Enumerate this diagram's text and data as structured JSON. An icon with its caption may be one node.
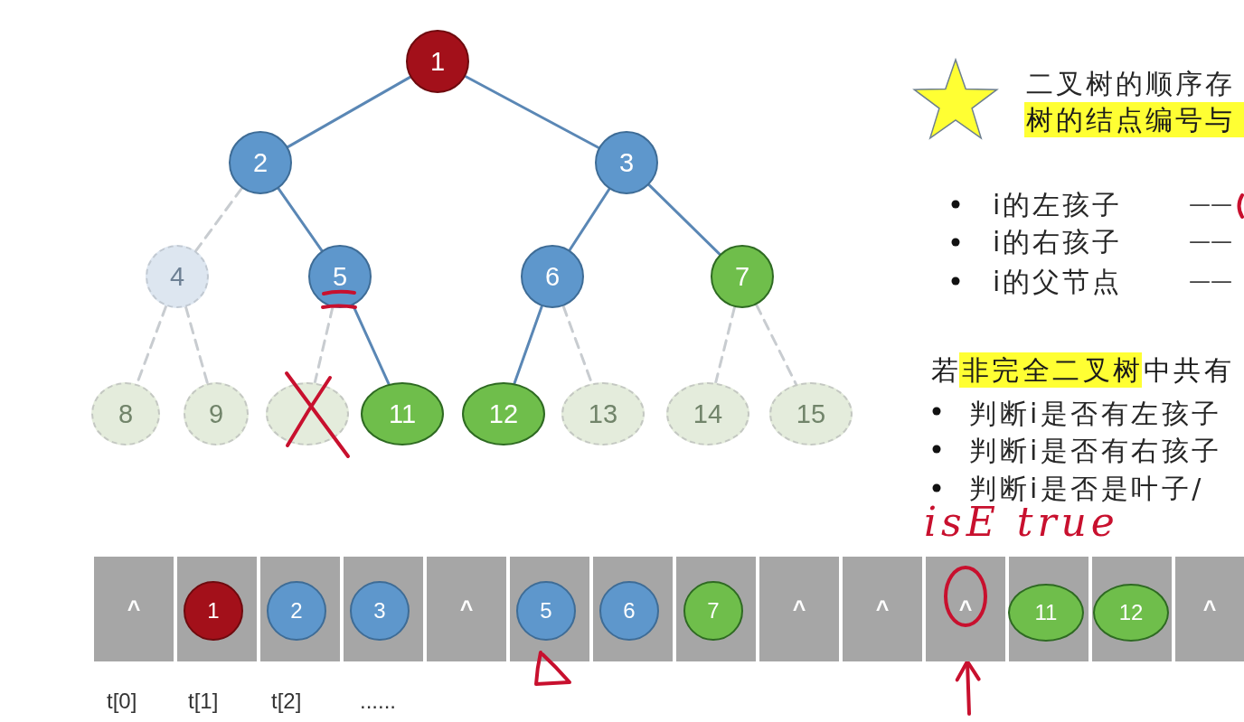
{
  "diagram": {
    "nodes": [
      {
        "text": [
          "1"
        ]
      },
      {
        "text": [
          "2"
        ]
      },
      {
        "text": [
          "3"
        ]
      },
      {
        "text": [
          "4"
        ]
      },
      {
        "text": [
          "5"
        ]
      },
      {
        "text": [
          "6"
        ]
      },
      {
        "text": [
          "7"
        ]
      },
      {
        "text": [
          "8"
        ]
      },
      {
        "text": [
          "9"
        ]
      },
      {
        "text": [],
        "shape": "circle"
      },
      {
        "text": [
          "11"
        ]
      },
      {
        "text": [
          "12"
        ]
      },
      {
        "text": [
          "13"
        ]
      },
      {
        "text": [
          "14"
        ]
      },
      {
        "text": [
          "15"
        ]
      },
      {
        "text": [
          "^"
        ]
      },
      {
        "text": [],
        "shape": "box"
      },
      {
        "text": [
          "1"
        ],
        "in": 16
      },
      {
        "text": [],
        "shape": "box"
      },
      {
        "text": [
          "2"
        ],
        "in": 18
      },
      {
        "text": [],
        "shape": "box"
      },
      {
        "text": [
          "3"
        ],
        "in": 20
      },
      {
        "text": [
          "^"
        ]
      },
      {
        "text": [],
        "shape": "box"
      },
      {
        "text": [
          "5"
        ],
        "in": 23
      },
      {
        "text": [],
        "shape": "box"
      },
      {
        "text": [
          "6"
        ],
        "in": 25
      },
      {
        "text": [],
        "shape": "box"
      },
      {
        "text": [
          "7"
        ],
        "in": 27
      },
      {
        "text": [
          "^"
        ]
      },
      {
        "text": [
          "^"
        ]
      },
      {
        "text": [
          "^"
        ]
      },
      {
        "text": [],
        "shape": "box"
      },
      {
        "text": [
          "11"
        ],
        "in": 32
      },
      {
        "text": [],
        "shape": "box"
      },
      {
        "text": [
          "12"
        ],
        "in": 34
      },
      {
        "text": [
          "^"
        ]
      }
    ],
    "edges": [
      {
        "from": 0,
        "to": 1,
        "arrow": "none"
      },
      {
        "from": 0,
        "to": 2,
        "arrow": "none"
      },
      {
        "from": 1,
        "to": 3,
        "arrow": "none",
        "style": "dashed",
        "color": "#c8ccd0"
      },
      {
        "from": 1,
        "to": 4,
        "arrow": "none"
      },
      {
        "from": 2,
        "to": 5,
        "arrow": "none"
      },
      {
        "from": 2,
        "to": 6,
        "arrow": "none"
      },
      {
        "from": 3,
        "to": 7,
        "arrow": "none",
        "style": "dashed",
        "color": "#c8ccd0"
      },
      {
        "from": 3,
        "to": 8,
        "arrow": "none",
        "style": "dashed",
        "color": "#c8ccd0"
      },
      {
        "from": 4,
        "to": 9,
        "arrow": "none",
        "style": "dashed",
        "color": "#c8ccd0"
      },
      {
        "from": 4,
        "to": 10,
        "arrow": "none"
      },
      {
        "from": 5,
        "to": 11,
        "arrow": "none"
      },
      {
        "from": 5,
        "to": 12,
        "arrow": "none",
        "style": "dashed",
        "color": "#c8ccd0"
      },
      {
        "from": 6,
        "to": 13,
        "arrow": "none",
        "style": "dashed",
        "color": "#c8ccd0"
      },
      {
        "from": 6,
        "to": 14,
        "arrow": "none",
        "style": "dashed",
        "color": "#c8ccd0"
      },
      {
        "from": null,
        "to": 31,
        "arrow": "to",
        "color": "#c8102e"
      }
    ],
    "labels": [
      "二叉树的顺序存",
      "树的结点编号与",
      "i的左孩子",
      "——",
      "i的右孩子",
      "——",
      "i的父节点",
      "——",
      "若非完全二叉树中共有",
      "判断i是否有左孩子",
      "判断i是否有右孩子",
      "判断i是否是叶子/",
      "isE true",
      "t[0]",
      "t[1]",
      "t[2]",
      "......"
    ]
  }
}
